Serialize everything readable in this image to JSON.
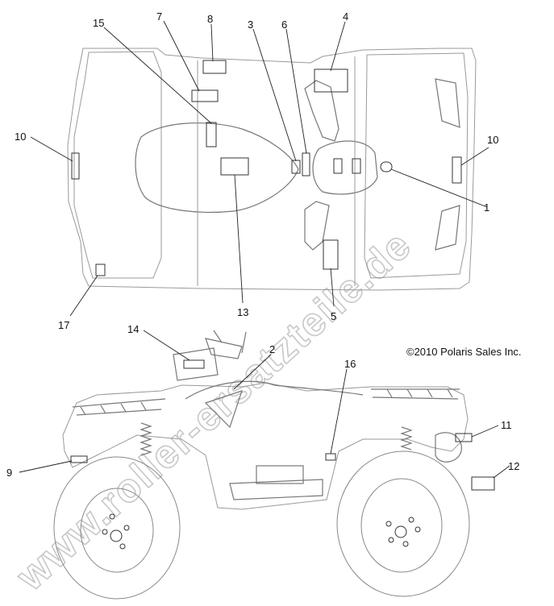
{
  "copyright": "©2010 Polaris Sales Inc.",
  "watermark": "www.roller-ersatzteile.de",
  "callouts": [
    {
      "id": "c1",
      "text": "1"
    },
    {
      "id": "c2",
      "text": "2"
    },
    {
      "id": "c3",
      "text": "3"
    },
    {
      "id": "c4",
      "text": "4"
    },
    {
      "id": "c5",
      "text": "5"
    },
    {
      "id": "c6",
      "text": "6"
    },
    {
      "id": "c7",
      "text": "7"
    },
    {
      "id": "c8",
      "text": "8"
    },
    {
      "id": "c9",
      "text": "9"
    },
    {
      "id": "c10a",
      "text": "10"
    },
    {
      "id": "c10b",
      "text": "10"
    },
    {
      "id": "c11",
      "text": "11"
    },
    {
      "id": "c12",
      "text": "12"
    },
    {
      "id": "c13",
      "text": "13"
    },
    {
      "id": "c14",
      "text": "14"
    },
    {
      "id": "c15",
      "text": "15"
    },
    {
      "id": "c16",
      "text": "16"
    },
    {
      "id": "c17",
      "text": "17"
    }
  ]
}
